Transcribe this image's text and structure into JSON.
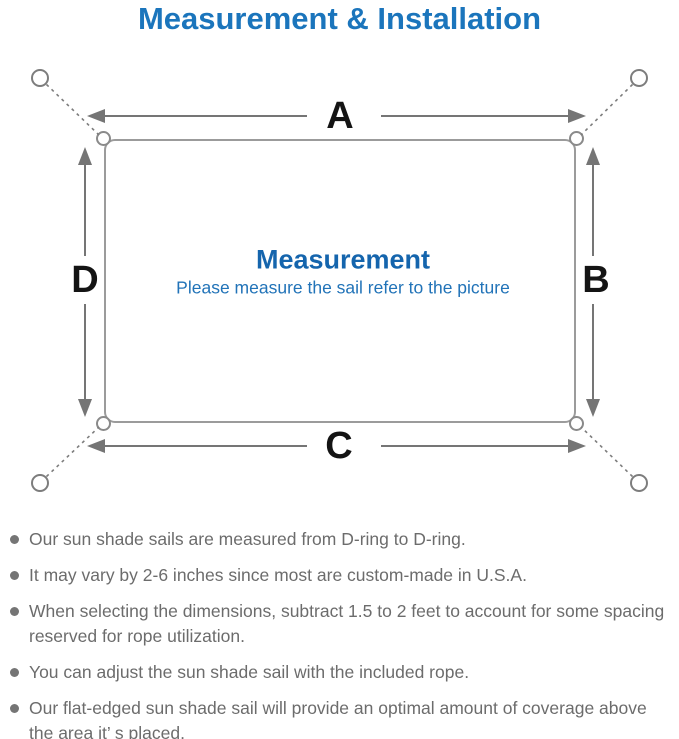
{
  "header": {
    "title": "Measurement & Installation"
  },
  "diagram": {
    "center_title": "Measurement",
    "center_subtitle": "Please measure the sail refer to the picture",
    "labels": {
      "top": "A",
      "right": "B",
      "bottom": "C",
      "left": "D"
    },
    "icons": {
      "anchor_point": "small-circle",
      "d_ring": "half-ring-bump",
      "tether": "dashed-line",
      "measure_arrow": "double-headed-arrow"
    },
    "colors": {
      "title_blue": "#1b75bc",
      "heading_blue": "#1565ad",
      "subtitle_blue": "#2173b8",
      "sail_outline_gray": "#9b9b9b",
      "arrow_gray": "#757575",
      "note_text_gray": "#6c6c6c"
    }
  },
  "notes": {
    "items": [
      {
        "text": "Our sun shade sails are measured from D-ring to D-ring."
      },
      {
        "text": "It may vary by 2-6 inches since most are custom-made in U.S.A."
      },
      {
        "text": "When selecting the dimensions, subtract 1.5 to 2 feet to account for some spacing\nreserved for rope utilization."
      },
      {
        "text": "You can adjust the sun shade sail with the included rope."
      },
      {
        "text": "Our flat-edged sun shade sail will provide an optimal amount of coverage above\nthe area it’ s placed."
      }
    ]
  }
}
